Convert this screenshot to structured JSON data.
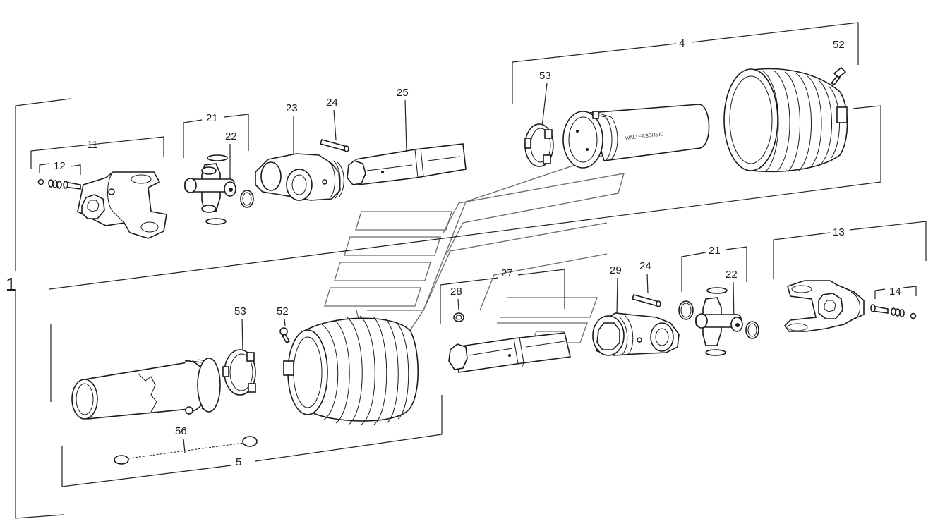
{
  "labels": {
    "assembly": "1",
    "tube_guard_upper": "4",
    "tube_guard_lower": "5",
    "yoke_left": "11",
    "bolt_set_left": "12",
    "yoke_right": "13",
    "bolt_set_right": "14",
    "cross_kit_upper": "21",
    "cross_kit_lower": "21",
    "circlip_upper": "22",
    "circlip_lower": "22",
    "inner_yoke": "23",
    "pin_upper": "24",
    "pin_lower": "24",
    "inner_tube": "25",
    "outer_tube": "27",
    "grease_nipple": "28",
    "outer_yoke": "29",
    "screw_upper": "52",
    "screw_lower": "52",
    "bearing_ring_upper": "53",
    "bearing_ring_lower": "53",
    "safety_chain": "56"
  },
  "stamp_text": "WALTERSCHEID",
  "colors": {
    "line": "#1a1a1a",
    "watermark": "#6a6a6a",
    "background": "#ffffff"
  }
}
